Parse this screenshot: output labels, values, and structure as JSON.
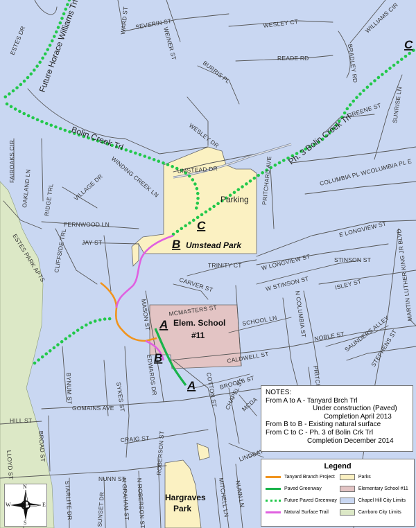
{
  "streets": {
    "ward_st": "WARD ST",
    "severin_st": "SEVERIN ST",
    "wesley_ct": "WESLEY CT",
    "williams_cir": "WILLIAMS CIR",
    "estes_dr": "ESTES DR",
    "weiner_st": "WEINER ST",
    "reade_rd": "READE RD",
    "bradley_rd": "BRADLEY RD",
    "burris_pl": "BURRIS PL",
    "sunrise_ln": "SUNRISE LN",
    "greene_st": "GREENE ST",
    "wesley_dr": "WESLEY DR",
    "fairoaks_cir": "FAIROAKS CIR",
    "winding_creek_ln": "WINDING CREEK LN",
    "umstead_dr": "UMSTEAD DR",
    "pritchard_ave": "PRITCHARD AVE",
    "columbia_pl_e": "COLUMBIA PL WCOLUMBIA PL E",
    "ridge_trl": "RIDGE TRL",
    "oakland_ln": "OAKLAND LN",
    "village_dr": "VILLAGE DR",
    "fernwood_ln": "FERNWOOD LN",
    "cliffside_trl": "CLIFFSIDE TRL",
    "estes_park_apts": "ESTES PARK APTS",
    "jay_st": "JAY ST",
    "e_longview_st": "E LONGVIEW ST",
    "w_longview_st": "W LONGVIEW ST",
    "trinity_ct": "TRINITY CT",
    "stinson_st": "STINSON ST",
    "w_stinson_st": "W STINSON ST",
    "isley_st": "ISLEY ST",
    "carver_st": "CARVER ST",
    "mason_st": "MASON ST",
    "mcmasters_st": "MCMASTERS ST",
    "school_ln": "SCHOOL LN",
    "n_columbia_st": "N COLUMBIA ST",
    "mlk_blvd": "MARTIN LUTHER KING JR BLVD",
    "caldwell_st": "CALDWELL ST",
    "noble_st": "NOBLE ST",
    "saunders_alley": "SAUNDERS ALLEY",
    "stephens_st": "STEPHENS ST",
    "pritch": "PRITCH",
    "edwards_dr": "EDWARDS DR",
    "bynum_st": "BYNUM ST",
    "sykes_st": "SYKES ST",
    "brooks_st": "BROOKS ST",
    "cotton_st": "COTTON ST",
    "chapel_st": "CHAPEL ST",
    "mcdade": "MCDA",
    "gomains_ave": "GOMAINS AVE",
    "hill_st": "HILL ST",
    "broad_st": "BROAD ST",
    "craig_st": "CRAIG ST",
    "lloyd_st": "LLOYD ST",
    "starlite_dr": "STARLITE DR",
    "nunn_st": "NUNN ST",
    "sunset_dr": "SUNSET DR",
    "n_graham_st": "N GRAHAM ST",
    "n_roberson_st": "N ROBERSON ST",
    "roberson_st": "ROBERSON ST",
    "mitchell_ln": "MITCHELL LN",
    "nunn_ln": "NUNN LN",
    "lindsay": "LINDSAY"
  },
  "trails": {
    "horace_williams": "Future Horace Williams Trl",
    "bolin_creek": "Bolin Creek Trl",
    "ph3_bolin_creek": "Ph. 3 Bolin Creek Trl"
  },
  "places": {
    "parking": "Parking",
    "umstead_park": "Umstead Park",
    "school": [
      "Elem. School",
      "#11"
    ],
    "hargraves_park": [
      "Hargraves",
      "Park"
    ]
  },
  "markers": {
    "a": "A",
    "b": "B",
    "c": "C"
  },
  "notes": {
    "title": "NOTES:",
    "lines": [
      "From A to A - Tanyard Brch Trl",
      "Under construction (Paved)",
      "Completion April 2013",
      "From B to B - Existing natural surface",
      "From C to C - Ph. 3 of Bolin Crk Trl",
      "Completion December 2014"
    ]
  },
  "legend": {
    "title": "Legend",
    "items": [
      {
        "label": "Tanyard Branch Project",
        "swatch": "line",
        "color": "#f0941e"
      },
      {
        "label": "Parks",
        "swatch": "box",
        "color": "#fbf1c2"
      },
      {
        "label": "Paved Greenway",
        "swatch": "line",
        "color": "#19b34a"
      },
      {
        "label": "Elementary School #11",
        "swatch": "box",
        "color": "#e3c4c4"
      },
      {
        "label": "Future Paved Greenway",
        "swatch": "dot",
        "color": "#22c84a"
      },
      {
        "label": "Chapel Hill City Limits",
        "swatch": "box",
        "color": "#c9d7f2"
      },
      {
        "label": "Natural Surface Trail",
        "swatch": "line",
        "color": "#e060e0"
      },
      {
        "label": "Carrboro City Limits",
        "swatch": "box",
        "color": "#dce8c6"
      }
    ]
  },
  "compass": {
    "n": "N",
    "s": "S",
    "e": "E",
    "w": "W"
  },
  "colors": {
    "chapel_hill": "#c9d7f2",
    "carrboro": "#dce8c6",
    "parks": "#fbf1c2",
    "school": "#e3c4c4",
    "tanyard": "#f0941e",
    "paved": "#19b34a",
    "future": "#22c84a",
    "natural": "#e060e0"
  }
}
